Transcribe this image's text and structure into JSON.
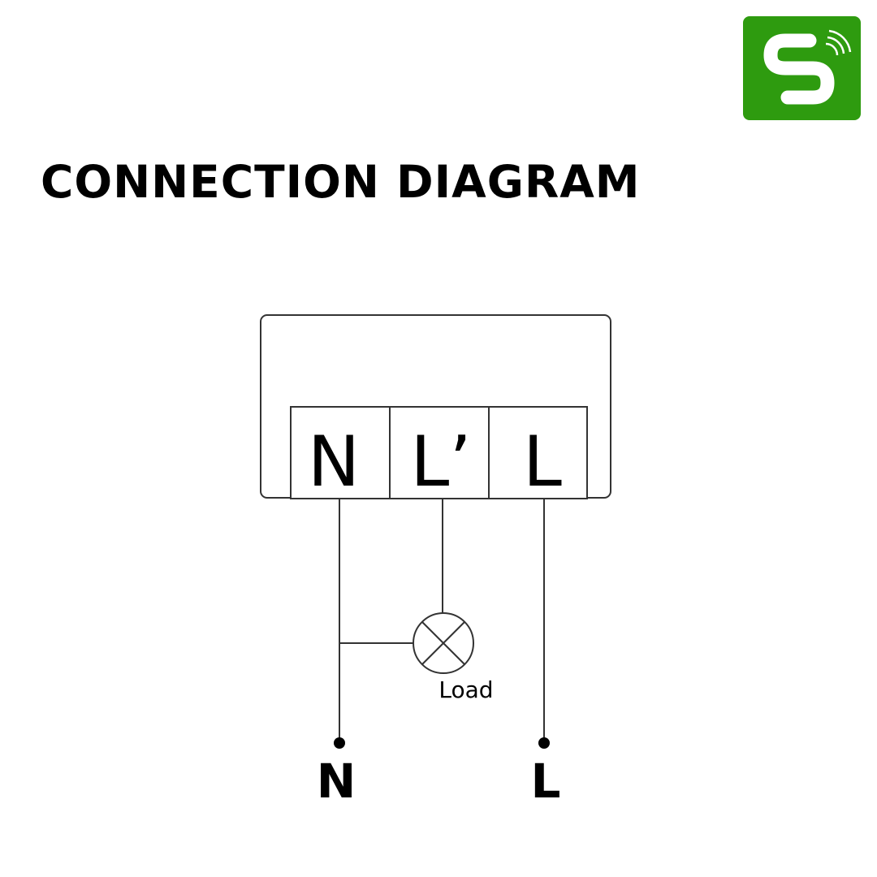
{
  "header": {
    "title": "CONNECTION DIAGRAM"
  },
  "logo": {
    "icon": "wifi-s-logo-icon",
    "background_color": "#2E9B0F",
    "foreground_color": "#FFFFFF"
  },
  "diagram": {
    "terminals": [
      "N",
      "L’",
      "L"
    ],
    "load_label": "Load",
    "supply_labels": {
      "neutral": "N",
      "live": "L"
    },
    "line_color": "#333333",
    "text_color": "#000000"
  }
}
